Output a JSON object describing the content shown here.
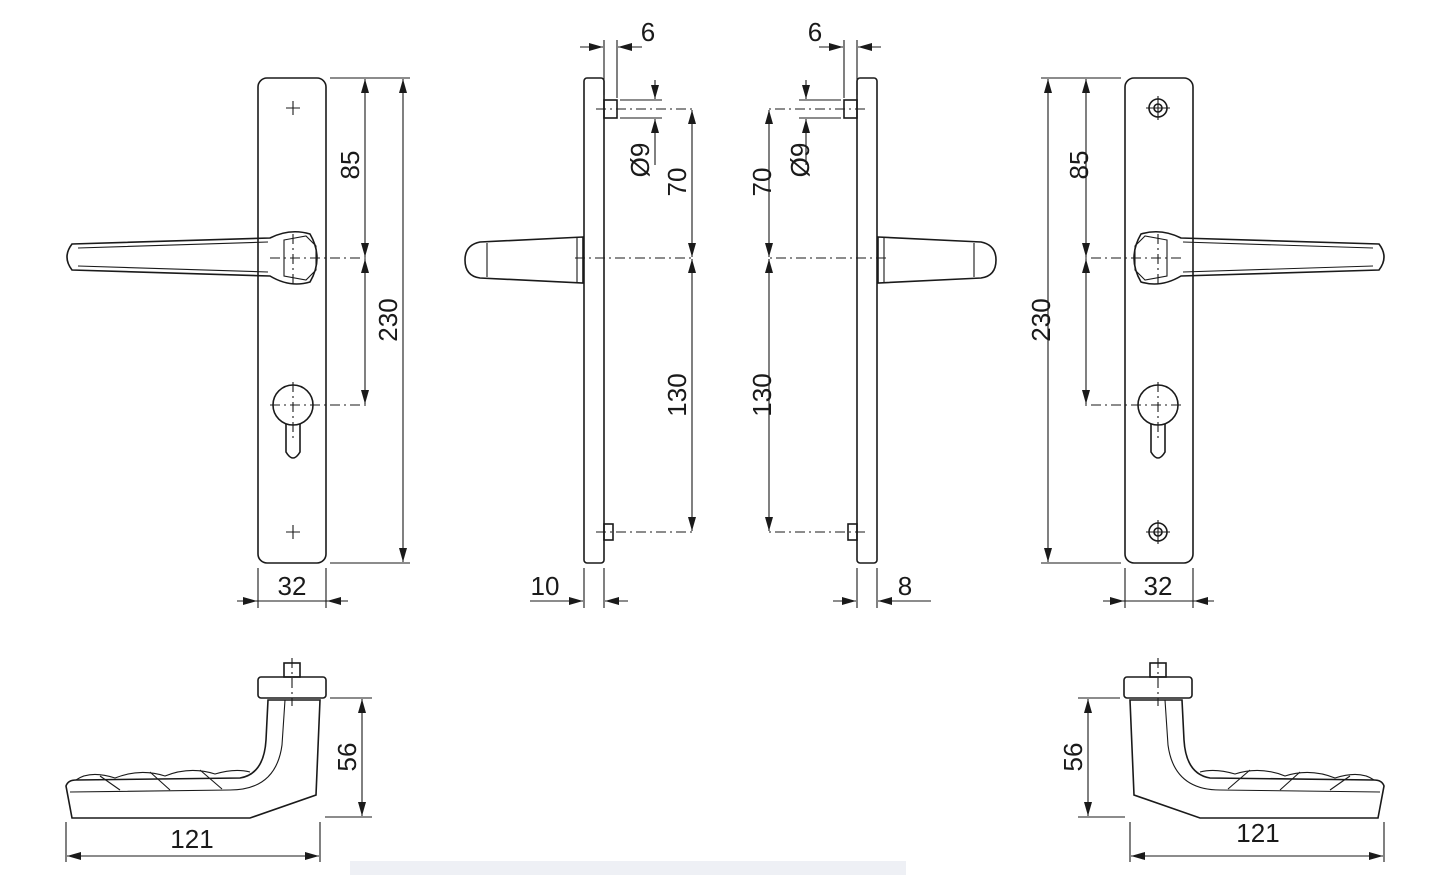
{
  "front_left": {
    "spindle_to_top": "85",
    "plate_height": "230",
    "plate_width": "32"
  },
  "side_left": {
    "stub_offset": "6",
    "stub_diameter": "Ø9",
    "upper_distance": "70",
    "lower_distance": "130",
    "plate_thickness": "10"
  },
  "side_right": {
    "stub_offset": "6",
    "stub_diameter": "Ø9",
    "upper_distance": "70",
    "lower_distance": "130",
    "plate_thickness": "8"
  },
  "front_right": {
    "spindle_to_top": "85",
    "plate_height": "230",
    "plate_width": "32"
  },
  "bottom_left": {
    "height": "56",
    "length": "121"
  },
  "bottom_right": {
    "height": "56",
    "length": "121"
  }
}
